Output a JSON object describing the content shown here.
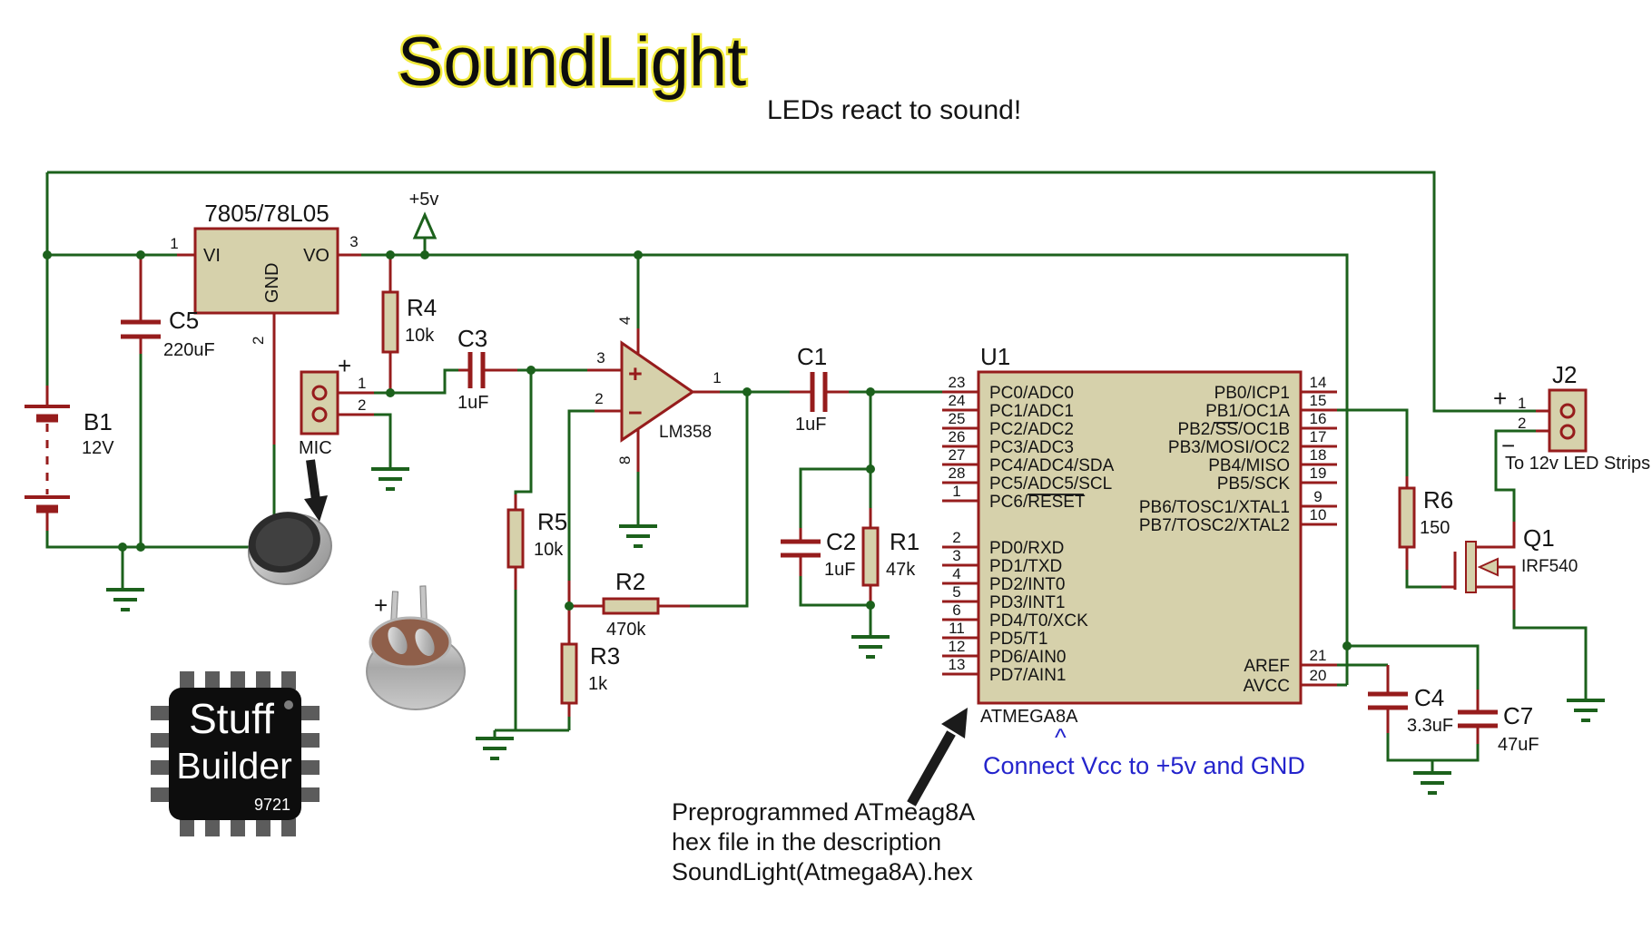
{
  "title": "SoundLight",
  "subtitle": "LEDs react to sound!",
  "colors": {
    "wire_green": "#1c611c",
    "component_red": "#961c1c",
    "component_fill": "#d6d1ab",
    "note_blue": "#2424cc",
    "title_glow": "#f0e93a"
  },
  "power": {
    "plus5v": "+5v"
  },
  "components": {
    "regulator": {
      "name": "7805/78L05",
      "vi_label": "VI",
      "vo_label": "VO",
      "gnd_label": "GND",
      "pin_vi": "1",
      "pin_vo": "3",
      "pin_gnd": "2"
    },
    "b1": {
      "ref": "B1",
      "value": "12V"
    },
    "c5": {
      "ref": "C5",
      "value": "220uF"
    },
    "r4": {
      "ref": "R4",
      "value": "10k"
    },
    "mic": {
      "label": "MIC",
      "plus": "+",
      "pin1": "1",
      "pin2": "2"
    },
    "c3": {
      "ref": "C3",
      "value": "1uF"
    },
    "opamp": {
      "ref": "LM358",
      "plus": "+",
      "minus": "−",
      "pin_out": "1",
      "pin_inp": "3",
      "pin_inn": "2",
      "pin_vcc": "4",
      "pin_gnd": "8"
    },
    "r5": {
      "ref": "R5",
      "value": "10k"
    },
    "r2": {
      "ref": "R2",
      "value": "470k"
    },
    "r3": {
      "ref": "R3",
      "value": "1k"
    },
    "c1": {
      "ref": "C1",
      "value": "1uF"
    },
    "c2": {
      "ref": "C2",
      "value": "1uF"
    },
    "r1": {
      "ref": "R1",
      "value": "47k"
    },
    "u1": {
      "ref": "U1",
      "device": "ATMEGA8A",
      "left_pins": [
        {
          "num": "23",
          "label": "PC0/ADC0"
        },
        {
          "num": "24",
          "label": "PC1/ADC1"
        },
        {
          "num": "25",
          "label": "PC2/ADC2"
        },
        {
          "num": "26",
          "label": "PC3/ADC3"
        },
        {
          "num": "27",
          "label": "PC4/ADC4/SDA"
        },
        {
          "num": "28",
          "label": "PC5/ADC5/SCL"
        },
        {
          "num": "1",
          "label": "PC6/RESET"
        },
        {
          "num": "2",
          "label": "PD0/RXD"
        },
        {
          "num": "3",
          "label": "PD1/TXD"
        },
        {
          "num": "4",
          "label": "PD2/INT0"
        },
        {
          "num": "5",
          "label": "PD3/INT1"
        },
        {
          "num": "6",
          "label": "PD4/T0/XCK"
        },
        {
          "num": "11",
          "label": "PD5/T1"
        },
        {
          "num": "12",
          "label": "PD6/AIN0"
        },
        {
          "num": "13",
          "label": "PD7/AIN1"
        }
      ],
      "right_pins": [
        {
          "num": "14",
          "label": "PB0/ICP1"
        },
        {
          "num": "15",
          "label": "PB1/OC1A"
        },
        {
          "num": "16",
          "label": "PB2/SS/OC1B"
        },
        {
          "num": "17",
          "label": "PB3/MOSI/OC2"
        },
        {
          "num": "18",
          "label": "PB4/MISO"
        },
        {
          "num": "19",
          "label": "PB5/SCK"
        },
        {
          "num": "9",
          "label": "PB6/TOSC1/XTAL1"
        },
        {
          "num": "10",
          "label": "PB7/TOSC2/XTAL2"
        },
        {
          "num": "21",
          "label": "AREF"
        },
        {
          "num": "20",
          "label": "AVCC"
        }
      ]
    },
    "r6": {
      "ref": "R6",
      "value": "150"
    },
    "q1": {
      "ref": "Q1",
      "value": "IRF540"
    },
    "j2": {
      "ref": "J2",
      "plus": "+",
      "minus": "−",
      "pin1": "1",
      "pin2": "2",
      "note": "To 12v LED Strips"
    },
    "c4": {
      "ref": "C4",
      "value": "3.3uF"
    },
    "c7": {
      "ref": "C7",
      "value": "47uF"
    }
  },
  "photos": {
    "mic2_plus": "+"
  },
  "annotations": {
    "vcc_note": "Connect Vcc to +5v and GND",
    "caret": "^",
    "hex_note_line1": "Preprogrammed ATmeag8A",
    "hex_note_line2": "hex file in the description",
    "hex_note_line3": "SoundLight(Atmega8A).hex"
  },
  "logo": {
    "line1": "Stuff",
    "line2": "Builder",
    "number": "9721"
  }
}
